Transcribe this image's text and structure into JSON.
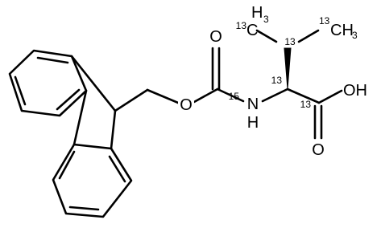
{
  "molecule": {
    "colors": {
      "ink": "#000000",
      "background": "#ffffff"
    },
    "atoms": {
      "o_ether": "O",
      "o_carbonyl": "O",
      "n_amide": "N",
      "n_amide_h": "H",
      "n_amide_isotope": "15",
      "o_hydroxyl": "OH",
      "o_acid_carbonyl": "O",
      "c_acid_isotope": "13",
      "c_alpha_isotope": "13",
      "c_beta_isotope": "13",
      "methyl_left_isotope": "13",
      "methyl_left_c": "C",
      "methyl_left_h": "H",
      "methyl_left_h_count": "3",
      "methyl_right_isotope": "13",
      "methyl_right_ch": "CH",
      "methyl_right_h_count": "3"
    }
  }
}
